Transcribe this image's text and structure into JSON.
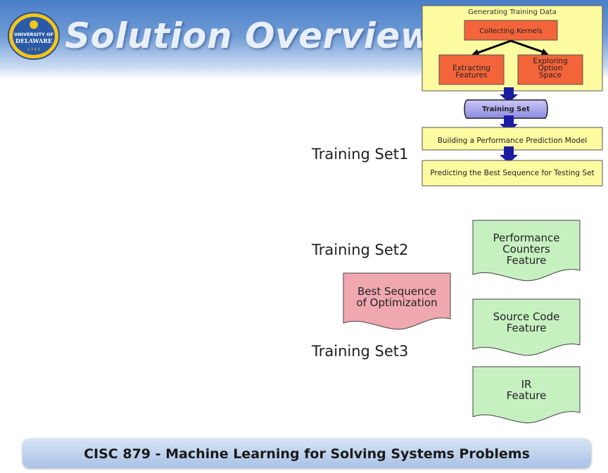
{
  "slide": {
    "title": "Solution Overview",
    "footer": "CISC 879 - Machine Learning for Solving Systems Problems"
  },
  "logo": {
    "line1": "UNIVERSITY OF",
    "line2": "DELAWARE",
    "year": "1 7 4 3"
  },
  "flowchart": {
    "group_title": "Generating Training Data",
    "collecting": "Collecting Kernels",
    "extracting_line1": "Extracting",
    "extracting_line2": "Features",
    "exploring_line1": "Exploring",
    "exploring_line2": "Option",
    "exploring_line3": "Space",
    "training_set": "Training Set",
    "building": "Building a Performance Prediction Model",
    "predicting": "Predicting the Best Sequence for Testing Set"
  },
  "training_sets": [
    "Training Set1",
    "Training Set2",
    "Training Set3"
  ],
  "documents": {
    "performance": {
      "line1": "Performance",
      "line2": "Counters",
      "line3": "Feature"
    },
    "best_sequence": {
      "line1": "Best Sequence",
      "line2": "of Optimization"
    },
    "source_code": {
      "line1": "Source Code",
      "line2": "Feature"
    },
    "ir": {
      "line1": "IR",
      "line2": "Feature"
    }
  },
  "colors": {
    "yellow_box": "#fdfba0",
    "orange_box": "#f4643a",
    "green_doc": "#c6f0c0",
    "pink_doc": "#f0a8b0",
    "arrow_blue": "#1c1ca0",
    "header_blue": "#4a7fc8"
  }
}
